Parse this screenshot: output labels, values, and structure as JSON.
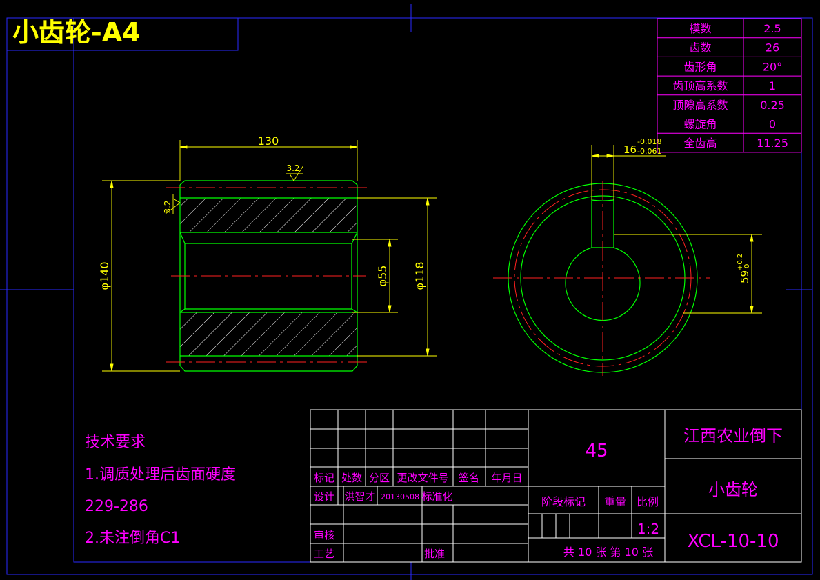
{
  "title": "小齿轮-A4",
  "colors": {
    "background": "#000000",
    "frame": "#2a2aff",
    "title": "#ffff00",
    "outline": "#00ff00",
    "dimension": "#ffff00",
    "centerline": "#ff2020",
    "hatch": "#ffffff",
    "table": "#ff00ff",
    "tableText": "#ff00ff"
  },
  "gear_params": [
    {
      "name": "模数",
      "value": "2.5"
    },
    {
      "name": "齿数",
      "value": "26"
    },
    {
      "name": "齿形角",
      "value": "20°"
    },
    {
      "name": "齿顶高系数",
      "value": "1"
    },
    {
      "name": "顶隙高系数",
      "value": "0.25"
    },
    {
      "name": "螺旋角",
      "value": "0"
    },
    {
      "name": "全齿高",
      "value": "11.25"
    }
  ],
  "dimensions": {
    "length": "130",
    "outer_diameter": "φ140",
    "inner_diameter": "φ55",
    "hub_diameter": "φ118",
    "roughness_top": "3.2",
    "roughness_side": "3.2",
    "keyway_width": "16",
    "keyway_width_tol_upper": "-0.018",
    "keyway_width_tol_lower": "-0.061",
    "keyway_depth": "59",
    "keyway_depth_tol_upper": "+0.2",
    "keyway_depth_tol_lower": "0"
  },
  "tech_requirements": {
    "heading": "技术要求",
    "lines": [
      "1.调质处理后齿面硬度",
      "229-286",
      "2.未注倒角C1"
    ]
  },
  "title_block": {
    "material": "45",
    "organization": "江西农业倒下",
    "part_name": "小齿轮",
    "drawing_number": "XCL-10-10",
    "headers": [
      "标记",
      "处数",
      "分区",
      "更改文件号",
      "签名",
      "年月日"
    ],
    "design_label": "设计",
    "designer": "洪智才",
    "design_date": "20130508",
    "standardization": "标准化",
    "stage_label": "阶段标记",
    "weight_label": "重量",
    "scale_label": "比例",
    "scale_value": "1:2",
    "review_label": "审核",
    "process_label": "工艺",
    "approve_label": "批准",
    "sheets": "共 10 张 第 10 张"
  }
}
